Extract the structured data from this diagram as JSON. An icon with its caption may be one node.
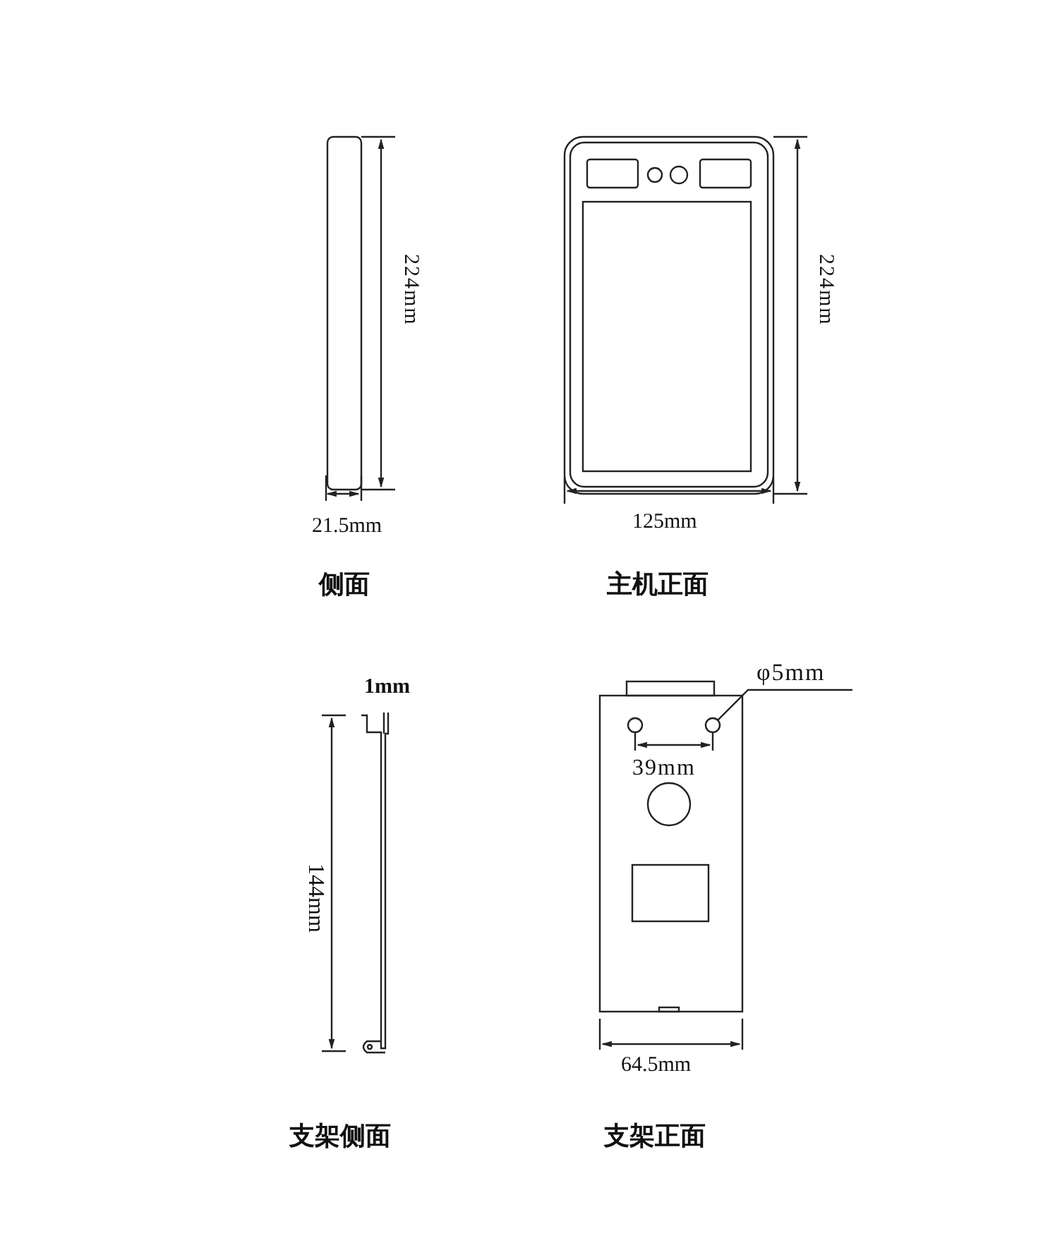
{
  "diagram": {
    "nodes": [
      {
        "text": [
          "φ5mm"
        ]
      },
      {
        "text": [],
        "shape": "circle"
      }
    ],
    "edges": [
      {
        "from": 0,
        "to": 1,
        "arrow": "none"
      }
    ],
    "labels": [
      "224mm",
      "224mm",
      "21.5mm",
      "125mm",
      "侧面",
      "主机正面",
      "1mm",
      "144mm",
      "39mm",
      "64.5mm",
      "支架侧面",
      "支架正面"
    ]
  }
}
